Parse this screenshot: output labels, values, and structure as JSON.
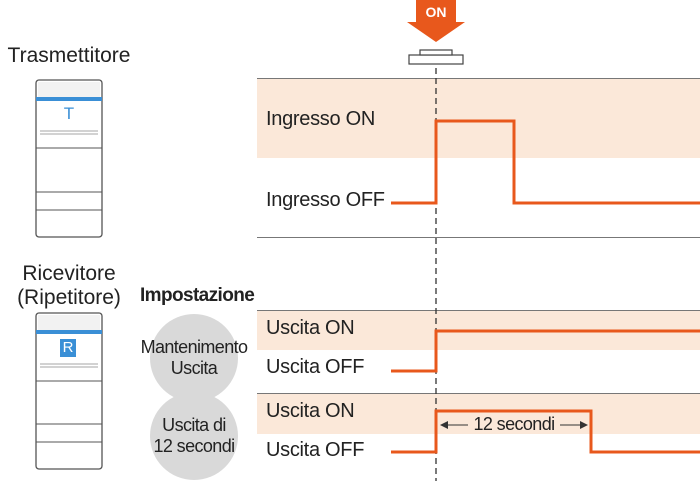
{
  "trigger": {
    "label": "ON",
    "color": "#e8581c"
  },
  "devices": {
    "transmitter": {
      "title": "Trasmettitore",
      "letter": "T"
    },
    "receiver": {
      "title_line1": "Ricevitore",
      "title_line2": "(Ripetitore)",
      "letter": "R"
    }
  },
  "settings_header": "Impostazione",
  "modes": {
    "hold": {
      "line1": "Mantenimento",
      "line2": "Uscita"
    },
    "timer": {
      "line1": "Uscita di",
      "line2": "12 secondi"
    }
  },
  "signals": {
    "input_on": "Ingresso ON",
    "input_off": "Ingresso OFF",
    "hold_on": "Uscita ON",
    "hold_off": "Uscita OFF",
    "timer_on": "Uscita ON",
    "timer_off": "Uscita OFF"
  },
  "duration_label": "12 secondi",
  "colors": {
    "signal": "#e8581c",
    "band": "#fbe8d9",
    "accent_blue": "#3a8fd6"
  }
}
